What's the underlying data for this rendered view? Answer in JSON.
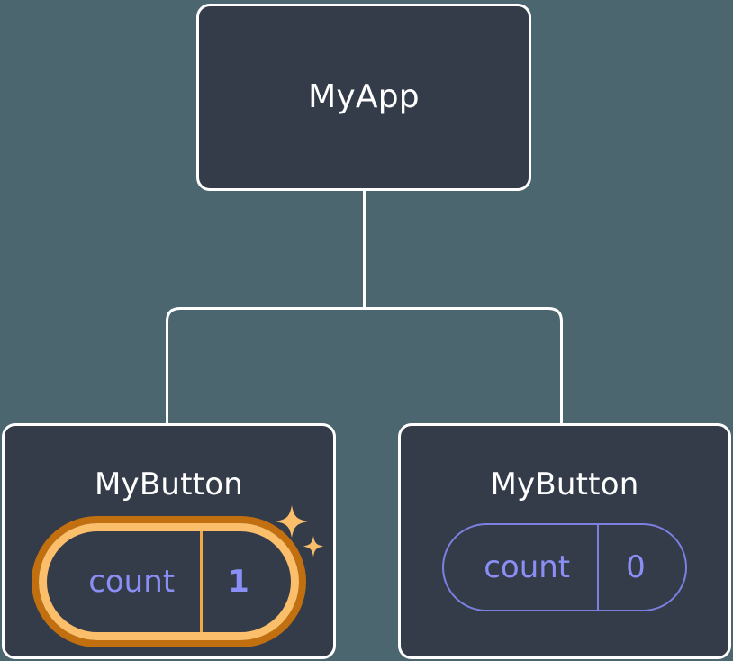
{
  "diagram": {
    "type": "component-tree",
    "title": "React component tree with state update highlight",
    "background_color": "#4c6670",
    "node_fill_color": "#343c4a",
    "node_border_color": "#ffffff",
    "edge_color": "#ffffff",
    "accent_highlight_color": "#fbbf6b",
    "accent_glow_color": "#c2700f",
    "state_color": "#8b8ff5"
  },
  "root": {
    "label": "MyApp"
  },
  "children": [
    {
      "label": "MyButton",
      "state": {
        "name": "count",
        "value": "1"
      },
      "highlighted": true,
      "sparkle_icons": [
        "sparkle-large-icon",
        "sparkle-small-icon"
      ]
    },
    {
      "label": "MyButton",
      "state": {
        "name": "count",
        "value": "0"
      },
      "highlighted": false
    }
  ]
}
